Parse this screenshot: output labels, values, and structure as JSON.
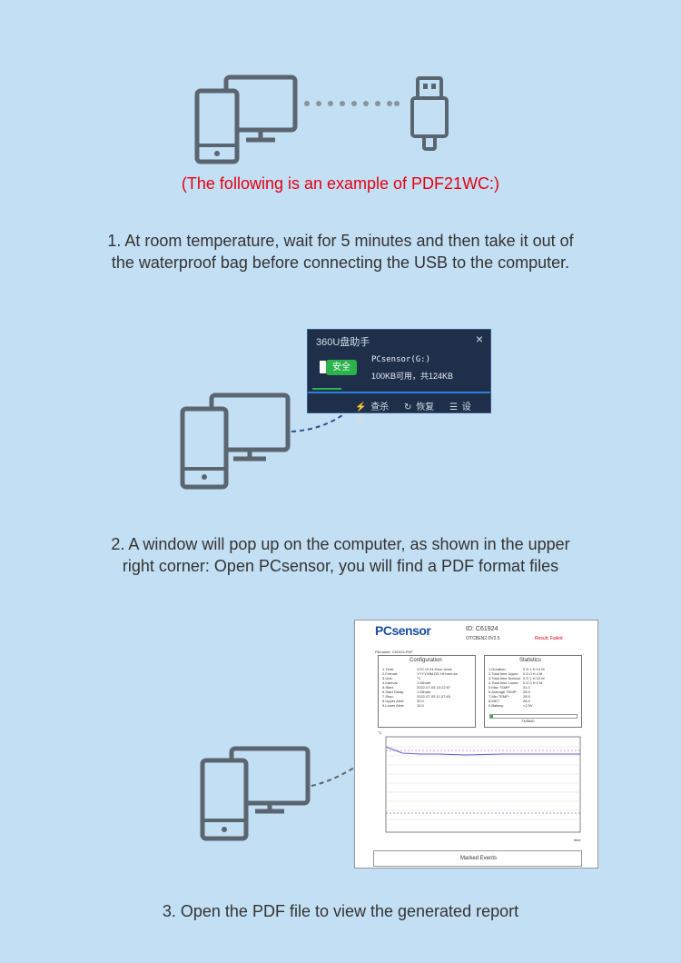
{
  "header_note": "(The following is an example of PDF21WC:)",
  "step1": {
    "line1": "1. At room temperature, wait for 5 minutes and then take it out of",
    "line2": "the waterproof bag before connecting the USB to the computer."
  },
  "popup": {
    "title": "360U盘助手",
    "close": "×",
    "badge": "安全",
    "drive_name": "PCsensor(G:)",
    "capacity": "100KB可用，共124KB",
    "actions": [
      "查杀",
      "恢复",
      "设置"
    ]
  },
  "step2": {
    "line1": "2. A window will pop up on the computer, as shown in the upper",
    "line2": "right corner: Open PCsensor, you will find a PDF format files"
  },
  "pdf": {
    "logo": "PCsensor",
    "id": "ID: C61924",
    "model": "OTC8EN2.0V2.5",
    "result": "Result: Failed",
    "filename": "Filename: C61924.PDF",
    "config_title": "Configuration",
    "config_rows": [
      "1.Time:",
      "2.Format:",
      "3.Unit:",
      "4.Interval:",
      "5.Start:",
      "6.Start Delay:",
      "7.Stop:",
      "8.Upper Alert:",
      "9.Lower Alert:"
    ],
    "config_values": [
      "UTC+8 24-Hour clock",
      "YYYY.MM.DD HH:mm:ss",
      "°C",
      "1 Minute",
      "2022-07-05 10:22:07",
      "1 Minute",
      "2022-07-05 11:37:45",
      "30.0",
      "10.0"
    ],
    "stats_title": "Statistics",
    "stats_rows": [
      "1.Duration:",
      "2.Total time Upper:",
      "3.Total time Normal:",
      "4.Total time Lower:",
      "5.Max TEMP:",
      "6.Average TEMP:",
      "7.Min TEMP:",
      "8.MKT:",
      "9.Battery:"
    ],
    "stats_values": [
      "0 D 1 H 14 M",
      "0 D 0 H 4 M",
      "0 D 1 H 10 M",
      "0 D 0 H 0 M",
      "31.0",
      "28.9",
      "28.5",
      "28.9",
      "<2.5V"
    ],
    "stats_bar_label": "74/8640",
    "chart_unit": "°C",
    "time_label": "time",
    "marked_events": "Marked Events"
  },
  "step3": {
    "line1": "3. Open the PDF file to view the generated report"
  },
  "colors": {
    "background": "#c3dff3",
    "icon_stroke": "#5a6570",
    "accent_red": "#e60012",
    "popup_bg": "#1f2f4a",
    "safe_green": "#2bb24c",
    "logo_blue": "#1a4ea0"
  }
}
